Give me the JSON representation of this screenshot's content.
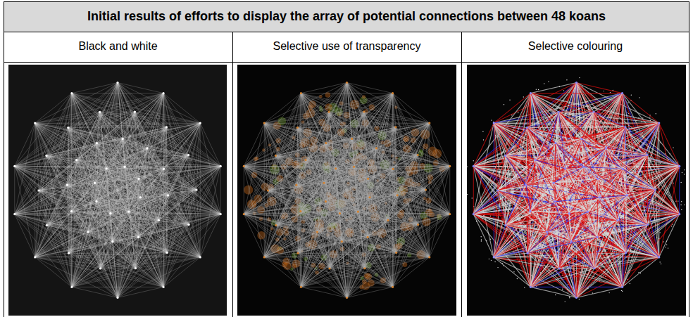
{
  "diagram": {
    "title": "Initial results of efforts to display the array of potential connections between 48 koans",
    "labels": [
      "Black and white",
      "Selective use of transparency",
      "Selective colouring"
    ]
  }
}
